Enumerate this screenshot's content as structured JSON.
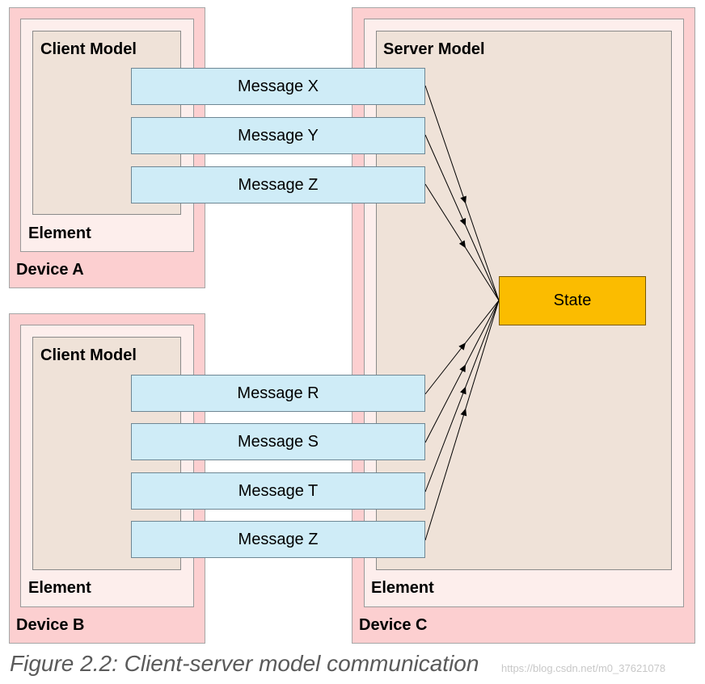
{
  "device_a": {
    "device_label": "Device A",
    "element_label": "Element",
    "model_label": "Client Model",
    "messages": [
      "Message X",
      "Message Y",
      "Message Z"
    ]
  },
  "device_b": {
    "device_label": "Device B",
    "element_label": "Element",
    "model_label": "Client Model",
    "messages": [
      "Message R",
      "Message S",
      "Message T",
      "Message Z"
    ]
  },
  "device_c": {
    "device_label": "Device C",
    "element_label": "Element",
    "model_label": "Server Model",
    "state_label": "State"
  },
  "caption": "Figure 2.2: Client-server model communication",
  "watermark": "https://blog.csdn.net/m0_37621078",
  "colors": {
    "device": "#fccfd0",
    "element": "#fdeeec",
    "model": "#efe2d8",
    "message": "#cfecf7",
    "state": "#fbbc00"
  }
}
